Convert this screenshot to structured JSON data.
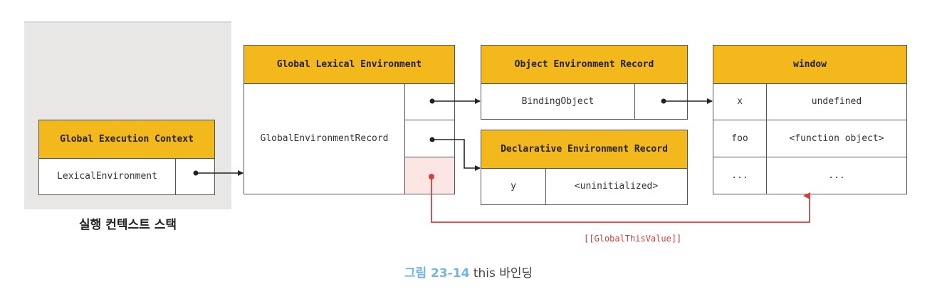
{
  "stack": {
    "label": "실행 컨텍스트 스택",
    "gec": {
      "title": "Global Execution Context",
      "row_label": "LexicalEnvironment"
    }
  },
  "gle": {
    "title": "Global Lexical Environment",
    "record_label": "GlobalEnvironmentRecord"
  },
  "oer": {
    "title": "Object Environment Record",
    "row_label": "BindingObject"
  },
  "der": {
    "title": "Declarative Environment Record",
    "rows": [
      {
        "name": "y",
        "value": "<uninitialized>"
      }
    ]
  },
  "window": {
    "title": "window",
    "rows": [
      {
        "name": "x",
        "value": "undefined"
      },
      {
        "name": "foo",
        "value": "<function object>"
      },
      {
        "name": "...",
        "value": "..."
      }
    ]
  },
  "global_this_label": "[[GlobalThisValue]]",
  "caption": {
    "number": "그림 23-14",
    "text": "this 바인딩"
  },
  "colors": {
    "header": "#f2b81c",
    "highlight_cell": "#fbe6e4",
    "accent_red": "#e03a3a",
    "caption_blue": "#6fb7e0"
  }
}
